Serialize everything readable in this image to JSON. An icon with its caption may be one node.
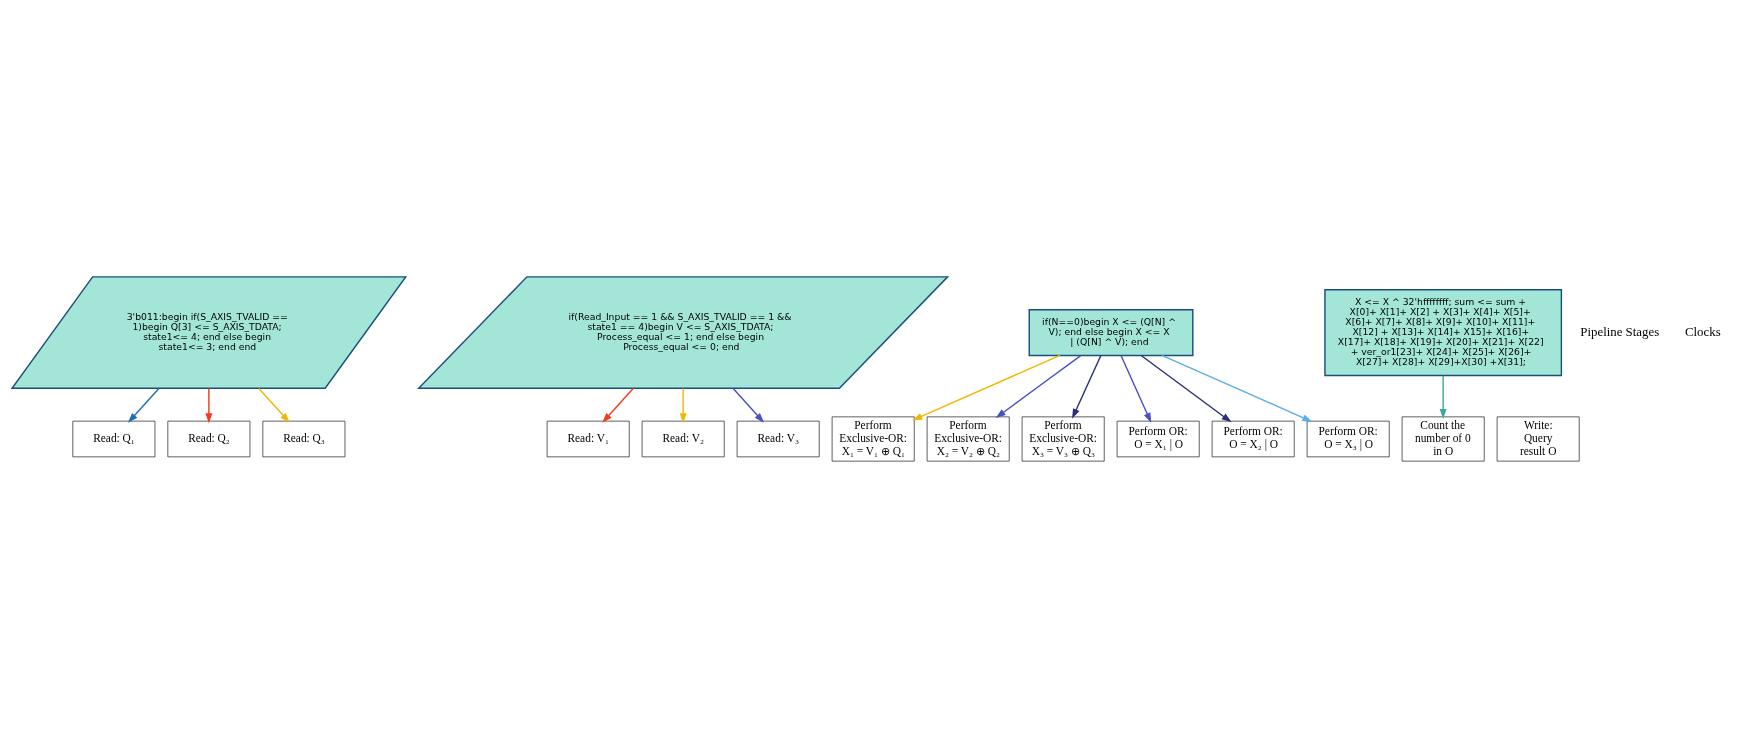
{
  "diagram": {
    "nodes": [
      {
        "text": [
          "3'b011:begin if(S_AXIS_TVALID == 1)begin Q[3] <= S_AXIS_TDATA; state1<= 4; end else begin state1<= 3; end end"
        ]
      },
      {
        "text": [
          "if(Read_Input == 1 && S_AXIS_TVALID == 1 && state1 == 4)begin V <= S_AXIS_TDATA; Process_equal <= 1; end else begin Process_equal <= 0; end"
        ]
      },
      {
        "text": [
          "if(N==0)begin X <= (Q[N] ^ V); end else begin X <= X | (Q[N] ^ V); end"
        ]
      },
      {
        "text": [
          "X <= X ^ 32'hffffffff; sum <= sum + X[0]+ X[1]+ X[2] + X[3]+ X[4]+ X[5]+ X[6]+ X[7]+ X[8]+ X[9]+ X[10]+ X[11]+ X[12] + X[13]+ X[14]+ X15]+ X[16]+ X[17]+ X[18]+ X[19]+ X[20]+ X[21]+ X[22] + ver_or1[23]+ X[24]+ X[25]+ X[26]+ X[27]+ X[28]+ X[29]+X[30] +X[31];"
        ]
      },
      {
        "text": [
          "Read: Q₁"
        ]
      },
      {
        "text": [
          "Read: Q₂"
        ]
      },
      {
        "text": [
          "Read: Q₃"
        ]
      },
      {
        "text": [
          "Read: V₁"
        ]
      },
      {
        "text": [
          "Read: V₂"
        ]
      },
      {
        "text": [
          "Read: V₃"
        ]
      },
      {
        "text": [
          "Perform Exclusive-OR: X₁ = V₁ ⊕ Q₁"
        ]
      },
      {
        "text": [
          "Perform Exclusive-OR: X₂ = V₂ ⊕ Q₂"
        ]
      },
      {
        "text": [
          "Perform Exclusive-OR: X₃ = V₃ ⊕ Q₃"
        ]
      },
      {
        "text": [
          "Perform OR: O = X₁ | O"
        ]
      },
      {
        "text": [
          "Perform OR: O = X₂ | O"
        ]
      },
      {
        "text": [
          "Perform OR: O = X₃ | O"
        ]
      },
      {
        "text": [
          "Count the number of 0 in O"
        ]
      },
      {
        "text": [
          "Write: Query result O"
        ]
      }
    ],
    "edges": [
      {
        "from": 0,
        "to": 4,
        "arrow": "to",
        "color": "#1f6fb0"
      },
      {
        "from": 0,
        "to": 5,
        "arrow": "to",
        "color": "#f03c1e"
      },
      {
        "from": 0,
        "to": 6,
        "arrow": "to",
        "color": "#f2b705"
      },
      {
        "from": 1,
        "to": 7,
        "arrow": "to",
        "color": "#f03c1e"
      },
      {
        "from": 1,
        "to": 8,
        "arrow": "to",
        "color": "#f2b705"
      },
      {
        "from": 1,
        "to": 9,
        "arrow": "to",
        "color": "#4b4fc4"
      },
      {
        "from": 2,
        "to": 10,
        "arrow": "to",
        "color": "#f2b705"
      },
      {
        "from": 2,
        "to": 11,
        "arrow": "to",
        "color": "#4b4fc4"
      },
      {
        "from": 2,
        "to": 13,
        "arrow": "to",
        "color": "#4b4fc4"
      },
      {
        "from": 2,
        "to": 12,
        "arrow": "to",
        "color": "#2b2f7a"
      },
      {
        "from": 2,
        "to": 14,
        "arrow": "to",
        "color": "#2b2f7a"
      },
      {
        "from": 2,
        "to": 15,
        "arrow": "to",
        "color": "#5aaee6"
      },
      {
        "from": 3,
        "to": 16,
        "arrow": "to",
        "color": "#3aaa9a"
      }
    ],
    "labels": [
      "Pipeline Stages",
      "Clocks"
    ]
  }
}
